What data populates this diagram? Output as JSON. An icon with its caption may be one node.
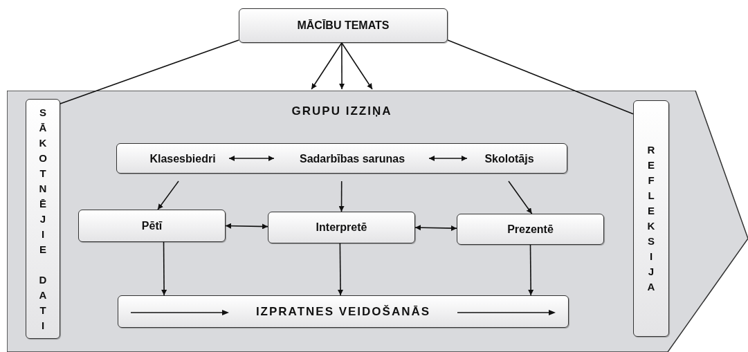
{
  "diagram": {
    "nodes": [
      {
        "text": [
          "MĀCĪBU TEMATS"
        ]
      },
      {
        "text": [
          "GRUPU IZZIŅA"
        ]
      },
      {
        "text": [
          "SĀKOTNĒJIE DATI"
        ],
        "in": 1
      },
      {
        "text": [
          "REFLEKSIJA"
        ],
        "in": 1
      },
      {
        "text": [],
        "shape": "box",
        "in": 1
      },
      {
        "text": [
          "Klasesbiedri"
        ],
        "in": 4
      },
      {
        "text": [
          "Sadarbības sarunas"
        ],
        "in": 4
      },
      {
        "text": [
          "Skolotājs"
        ],
        "in": 4
      },
      {
        "text": [
          "Pētī"
        ],
        "in": 1
      },
      {
        "text": [
          "Interpretē"
        ],
        "in": 1
      },
      {
        "text": [
          "Prezentē"
        ],
        "in": 1
      },
      {
        "text": [
          "IZPRATNES VEIDOŠANĀS"
        ],
        "in": 1
      }
    ],
    "edges": [
      {
        "from": 0,
        "to": 1,
        "arrow": "to"
      },
      {
        "from": 0,
        "to": 1,
        "arrow": "to"
      },
      {
        "from": 0,
        "to": 1,
        "arrow": "to"
      },
      {
        "from": 0,
        "to": 2,
        "arrow": "none"
      },
      {
        "from": 0,
        "to": 3,
        "arrow": "none"
      },
      {
        "from": 5,
        "to": 6,
        "arrow": "both"
      },
      {
        "from": 6,
        "to": 7,
        "arrow": "both"
      },
      {
        "from": 5,
        "to": 8,
        "arrow": "to"
      },
      {
        "from": 6,
        "to": 9,
        "arrow": "to"
      },
      {
        "from": 7,
        "to": 10,
        "arrow": "to"
      },
      {
        "from": 8,
        "to": 9,
        "arrow": "both"
      },
      {
        "from": 9,
        "to": 10,
        "arrow": "both"
      },
      {
        "from": 8,
        "to": 11,
        "arrow": "to"
      },
      {
        "from": 9,
        "to": 11,
        "arrow": "to"
      },
      {
        "from": 10,
        "to": 11,
        "arrow": "to"
      }
    ]
  }
}
